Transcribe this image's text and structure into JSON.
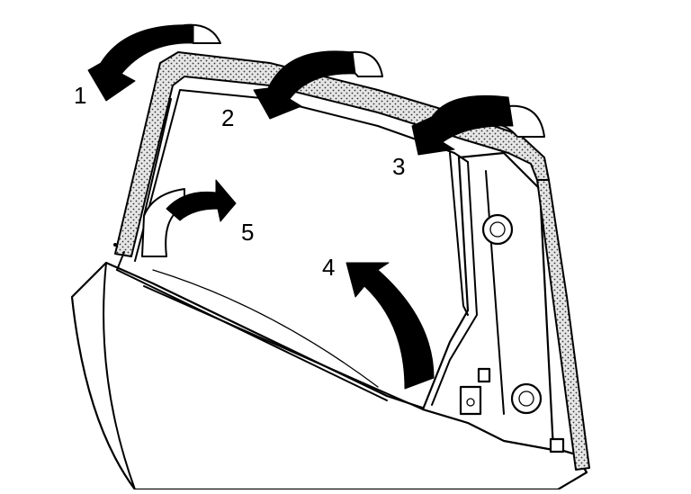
{
  "diagram": {
    "steps": [
      {
        "id": 1,
        "label": "1"
      },
      {
        "id": 2,
        "label": "2"
      },
      {
        "id": 3,
        "label": "3"
      },
      {
        "id": 4,
        "label": "4"
      },
      {
        "id": 5,
        "label": "5"
      }
    ]
  }
}
